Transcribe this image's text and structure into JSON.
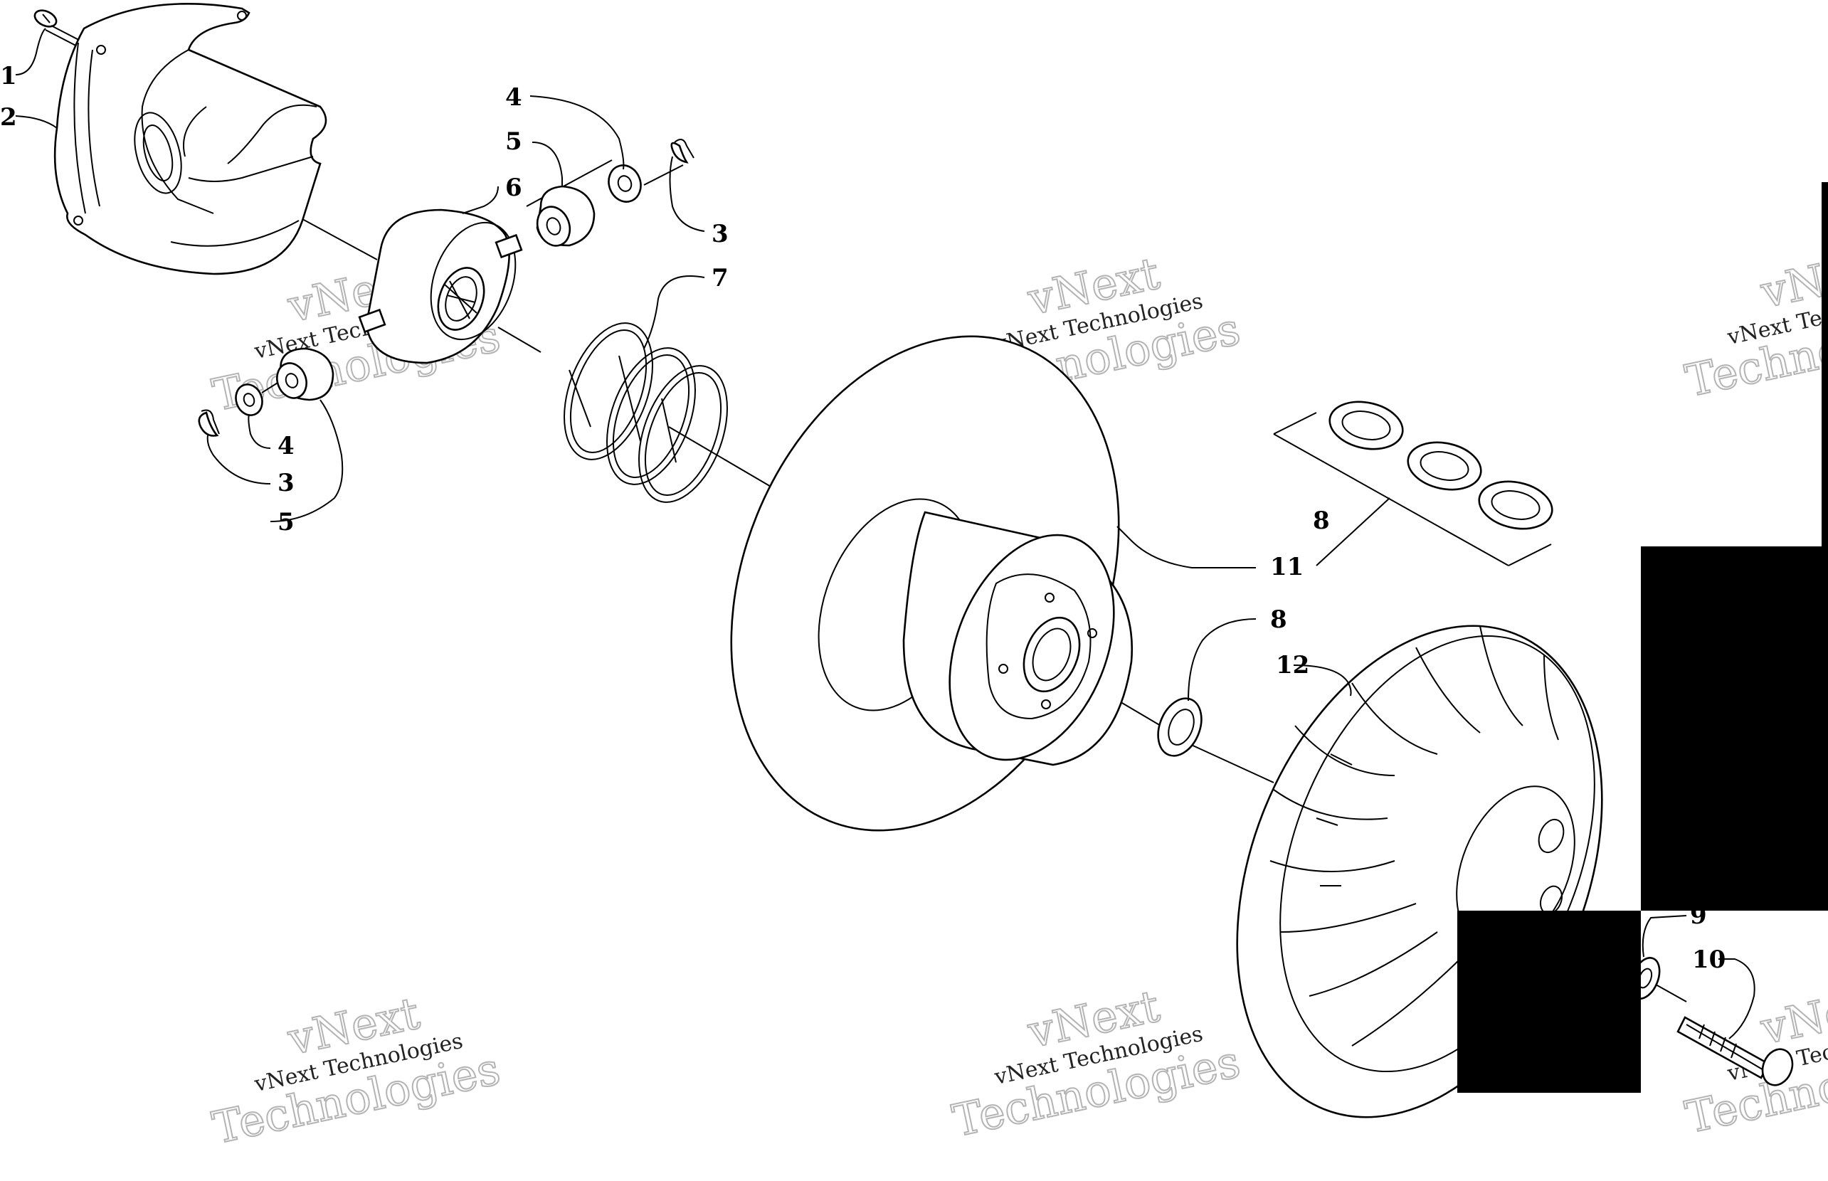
{
  "diagram": {
    "callouts": [
      {
        "id": "c1",
        "text": "1"
      },
      {
        "id": "c2",
        "text": "2"
      },
      {
        "id": "c4a",
        "text": "4"
      },
      {
        "id": "c5a",
        "text": "5"
      },
      {
        "id": "c6",
        "text": "6"
      },
      {
        "id": "c3a",
        "text": "3"
      },
      {
        "id": "c7",
        "text": "7"
      },
      {
        "id": "c4b",
        "text": "4"
      },
      {
        "id": "c3b",
        "text": "3"
      },
      {
        "id": "c5b",
        "text": "5"
      },
      {
        "id": "c8a",
        "text": "8"
      },
      {
        "id": "c11",
        "text": "11"
      },
      {
        "id": "c8b",
        "text": "8"
      },
      {
        "id": "c12",
        "text": "12"
      },
      {
        "id": "c9",
        "text": "9"
      },
      {
        "id": "c10",
        "text": "10"
      }
    ],
    "watermarks": [
      {
        "id": "w1",
        "line1": "vNext",
        "line2": "vNext Technologies",
        "line3": "Technologies"
      },
      {
        "id": "w2",
        "line1": "vNext",
        "line2": "vNext Technologies",
        "line3": "Technologies"
      },
      {
        "id": "w3",
        "line1": "vNext",
        "line2": "vNext Technologies",
        "line3": "Technologies"
      },
      {
        "id": "w4",
        "line1": "vNext",
        "line2": "vNext Technologies",
        "line3": "Technologies"
      },
      {
        "id": "w5",
        "line1": "vNext",
        "line2": "vNext Technologies",
        "line3": "Technologies"
      },
      {
        "id": "w6",
        "line1": "vNext",
        "line2": "vNext Technologies",
        "line3": "Technologies"
      }
    ]
  }
}
